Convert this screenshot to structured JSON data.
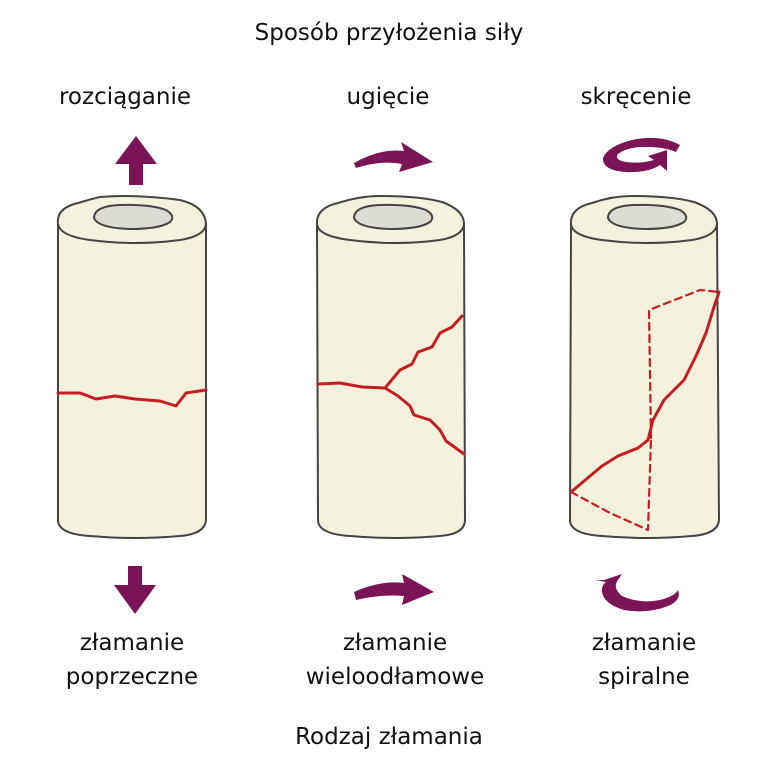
{
  "title_top": "Sposób przyłożenia siły",
  "title_bottom": "Rodzaj złamania",
  "columns": [
    {
      "force_label": "rozciąganie",
      "fracture_line1": "złamanie",
      "fracture_line2": "poprzeczne",
      "arrow_icon": "straight-arrow-icon"
    },
    {
      "force_label": "ugięcie",
      "fracture_line1": "złamanie",
      "fracture_line2": "wieloodłamowe",
      "arrow_icon": "curved-arrow-icon"
    },
    {
      "force_label": "skręcenie",
      "fracture_line1": "złamanie",
      "fracture_line2": "spiralne",
      "arrow_icon": "rotation-arrow-icon"
    }
  ],
  "colors": {
    "arrow": "#7b1456",
    "bone_fill": "#f4f1dc",
    "bone_inner": "#dcdcd4",
    "bone_outline": "#444444",
    "crack": "#c41e24"
  }
}
